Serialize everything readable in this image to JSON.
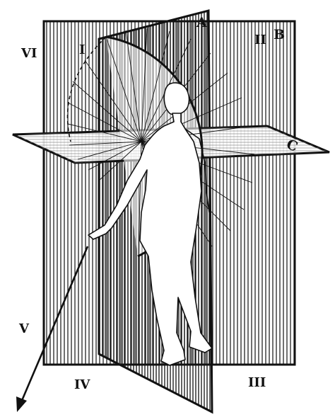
{
  "figure": {
    "plane_labels": {
      "a": "A",
      "b": "B",
      "c": "C"
    },
    "zone_labels": {
      "i": "I",
      "ii": "II",
      "iii": "III",
      "iv": "IV",
      "v": "V",
      "vi": "VI"
    },
    "colors": {
      "ink": "#111111",
      "paper": "#ffffff"
    }
  }
}
